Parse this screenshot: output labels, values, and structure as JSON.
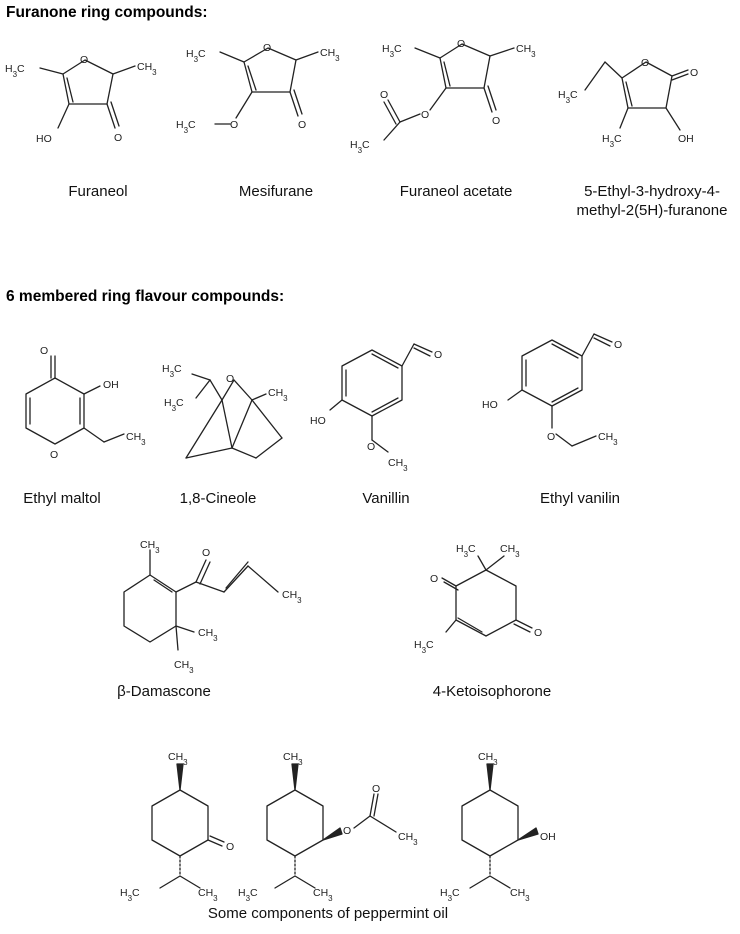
{
  "sections": {
    "furanone_heading": "Furanone ring compounds:",
    "six_ring_heading": "6 membered ring flavour compounds:"
  },
  "compounds": {
    "furaneol": "Furaneol",
    "mesifurane": "Mesifurane",
    "furaneol_acetate": "Furaneol acetate",
    "ethyl_furanone_line1": "5-Ethyl-3-hydroxy-4-",
    "ethyl_furanone_line2": "methyl-2(5H)-furanone",
    "ethyl_maltol": "Ethyl maltol",
    "cineole": "1,8-Cineole",
    "vanillin": "Vanillin",
    "ethyl_vanilin": "Ethyl vanilin",
    "damascone": "β-Damascone",
    "ketoisophorone": "4-Ketoisophorone",
    "peppermint_caption": "Some components of peppermint oil"
  },
  "atom_labels": {
    "CH3": "CH3",
    "H3C": "H3C",
    "O": "O",
    "OH": "OH",
    "HO": "HO"
  }
}
